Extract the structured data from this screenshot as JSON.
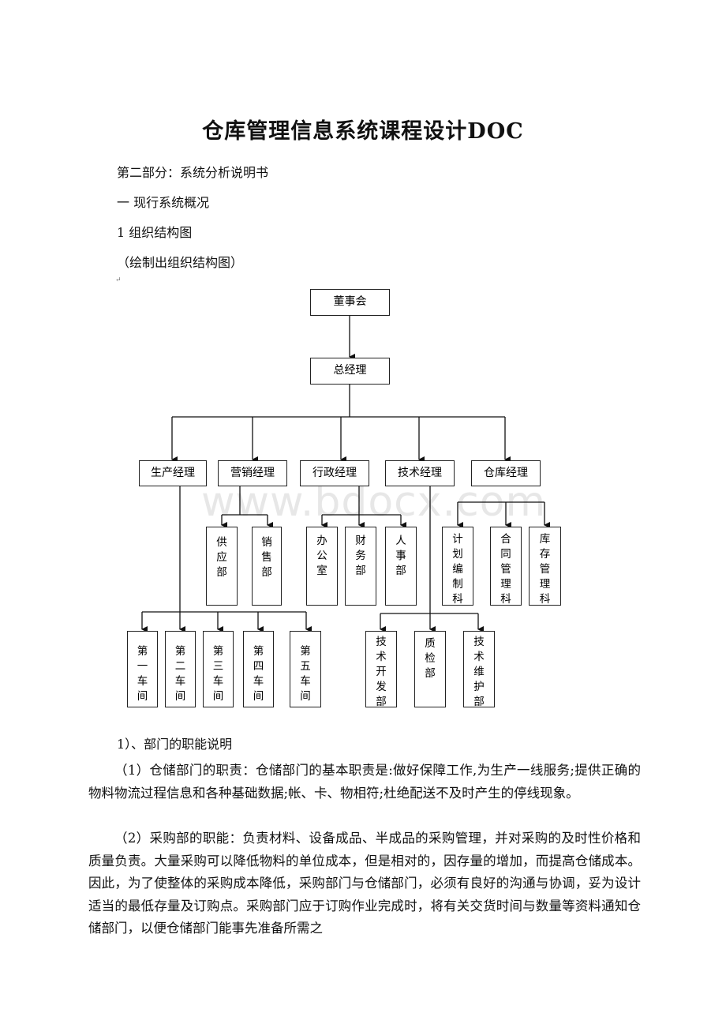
{
  "document": {
    "title": "仓库管理信息系统课程设计DOC",
    "part": "第二部分：系统分析说明书",
    "section": "一 现行系统概况",
    "subsection": "1 组织结构图",
    "note": "（绘制出组织结构图）",
    "functions_heading": "1）、部门的职能说明",
    "para1": "（1）仓储部门的职责：仓储部门的基本职责是:做好保障工作,为生产一线服务;提供正确的物料物流过程信息和各种基础数据;帐、卡、物相符;杜绝配送不及时产生的停线现象。",
    "para2": "（2）采购部的职能：负责材料、设备成品、半成品的采购管理，并对采购的及时性价格和质量负责。大量采购可以降低物料的单位成本，但是相对的，因存量的增加，而提高仓储成本。因此，为了使整体的采购成本降低，采购部门与仓储部门，必须有良好的沟通与协调，妥为设计适当的最低存量及订购点。采购部门应于订购作业完成时，将有关交货时间与数量等资料通知仓储部门，以便仓储部门能事先准备所需之",
    "watermark": "www.bdocx.com"
  },
  "org_chart": {
    "board": "董事会",
    "gm": "总经理",
    "managers": [
      "生产经理",
      "营销经理",
      "行政经理",
      "技术经理",
      "仓库经理"
    ],
    "sales_depts": [
      "供应部",
      "销售部"
    ],
    "admin_depts": [
      "办公室",
      "财务部",
      "人事部"
    ],
    "warehouse_depts": [
      "计划编制科",
      "合同管理科",
      "库存管理科"
    ],
    "workshops": [
      "第一车间",
      "第二车间",
      "第三车间",
      "第四车间",
      "第五车间"
    ],
    "tech_depts": [
      "技术开发部",
      "质检部",
      "技术维护部"
    ]
  }
}
